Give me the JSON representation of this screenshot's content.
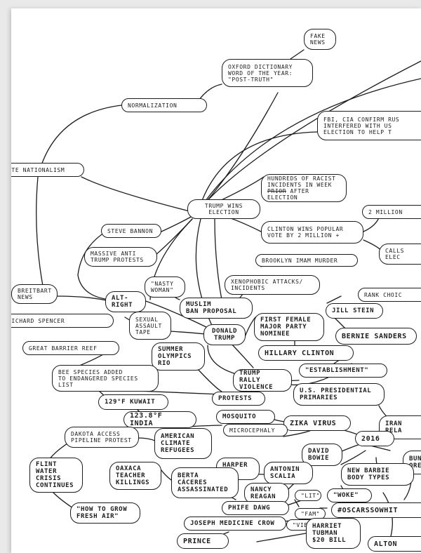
{
  "nodes": {
    "fake_news": "FAKE\nNEWS",
    "oxford": "OXFORD DICTIONARY\nWORD OF THE YEAR:\n\"POST-TRUTH\"",
    "normalization": "NORMALIZATION",
    "fbi_cia": "FBI, CIA CONFIRM RUS\nINTERFERED WITH US\nELECTION TO HELP T",
    "white_nationalism": "ITE NATIONALISM",
    "racist_incidents_1": "HUNDREDS OF RACIST\nINCIDENTS IN WEEK",
    "racist_incidents_prior": "PRIOR",
    "racist_incidents_2": " AFTER\nELECTION",
    "trump_wins": "TRUMP WINS\nELECTION",
    "two_million": "2 MILLION",
    "steve_bannon": "STEVE BANNON",
    "clinton_popular": "CLINTON WINS POPULAR\nVOTE BY 2 MILLION +",
    "massive_protests": "MASSIVE ANTI\nTRUMP PROTESTS",
    "calls_elec": "CALLS\nELEC",
    "brooklyn_imam": "BROOKLYN IMAM MURDER",
    "nasty_woman": "\"NASTY\nWOMAN\"",
    "xenophobic": "XENOPHOBIC ATTACKS/\nINCIDENTS",
    "breitbart": "BREITBART\nNEWS",
    "alt_right": "ALT-\nRIGHT",
    "rank_choice": "RANK CHOIC",
    "muslim_ban": "MUSLIM\nBAN PROPOSAL",
    "jill_stein": "JILL STEIN",
    "richard_spencer": "RICHARD SPENCER",
    "sexual_assault": "SEXUAL\nASSAULT\nTAPE",
    "donald_trump": "DONALD\nTRUMP",
    "first_female": "FIRST FEMALE\nMAJOR PARTY\nNOMINEE",
    "bernie": "BERNIE SANDERS",
    "great_barrier": "GREAT BARRIER REEF",
    "summer_olympics": "SUMMER\nOLYMPICS\nRIO",
    "hillary": "HILLARY CLINTON",
    "bee_species": "BEE SPECIES ADDED\nTO ENDANGERED SPECIES\nLIST",
    "establishment": "\"ESTABLISHMENT\"",
    "trump_rally": "TRUMP RALLY\nVIOLENCE",
    "us_primaries": "U.S. PRESIDENTIAL\nPRIMARIES",
    "kuwait": "129°F KUWAIT",
    "protests": "PROTESTS",
    "india": "123.8°F INDIA",
    "mosquito": "MOSQUITO",
    "zika": "ZIKA VIRUS",
    "iran_rela": "IRAN\nRELA",
    "dakota": "DAKOTA ACCESS\nPIPELINE PROTEST",
    "climate_refugees": "AMERICAN\nCLIMATE\nREFUGEES",
    "microcephaly": "MICROCEPHALY",
    "y2016": "2016",
    "flint": "FLINT\nWATER\nCRISIS\nCONTINUES",
    "david_bowie": "DAVID\nBOWIE",
    "bun_ore": "BUN\nORE",
    "oaxaca": "OAXACA\nTEACHER\nKILLINGS",
    "harper_lee": "HARPER\nLEE",
    "antonin": "ANTONIN\nSCALIA",
    "new_barbie": "NEW BARBIE\nBODY TYPES",
    "berta": "BERTA\nCÁCERES\nASSASSINATED",
    "nancy_reagan": "NANCY\nREAGAN",
    "lit": "\"LIT\"",
    "woke": "\"WOKE\"",
    "how_to_grow": "\"HOW TO GROW\nFRESH AIR\"",
    "phife_dawg": "PHIFE DAWG",
    "fam": "\"FAM\"",
    "oscars": "#OSCARSSOWHIT",
    "vibe": "\"VIBE\"",
    "joseph": "JOSEPH MEDICINE CROW",
    "harriet": "HARRIET\nTUBMAN\n$20 BILL",
    "prince": "PRINCE",
    "alton": "ALTON"
  }
}
